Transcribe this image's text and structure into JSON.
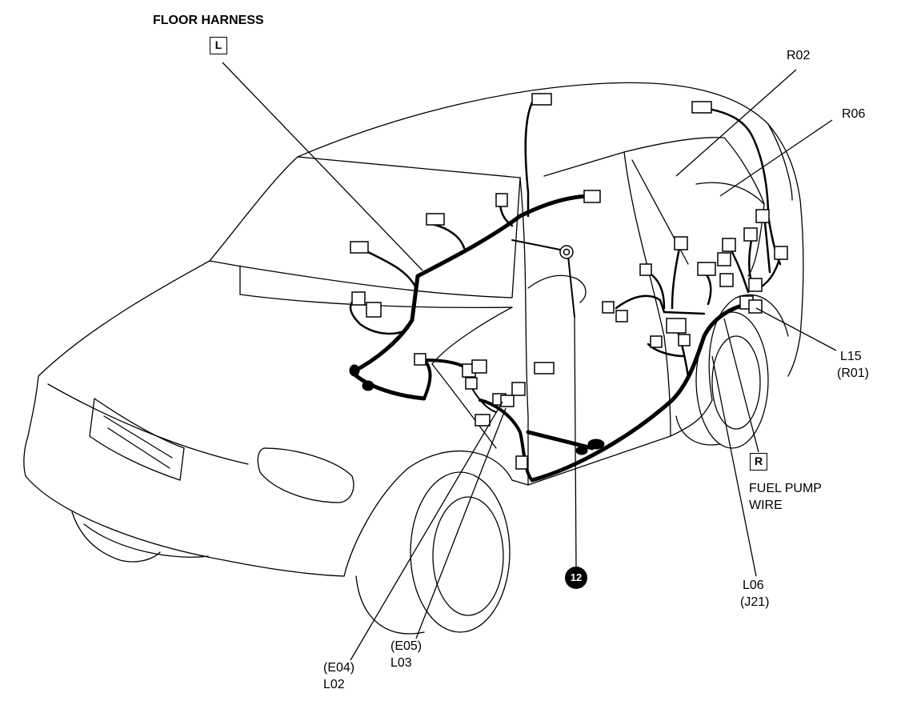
{
  "harness": {
    "floor_label": "FLOOR HARNESS",
    "floor_code": "L",
    "fuel_code": "R",
    "fuel_label_line1": "FUEL PUMP",
    "fuel_label_line2": "WIRE"
  },
  "callouts": {
    "r02": "R02",
    "r06": "R06",
    "l15": "L15",
    "r01": "(R01)",
    "l06": "L06",
    "j21": "(J21)",
    "e05": "(E05)",
    "l03": "L03",
    "e04": "(E04)",
    "l02": "L02"
  },
  "ground": {
    "number": "12"
  }
}
